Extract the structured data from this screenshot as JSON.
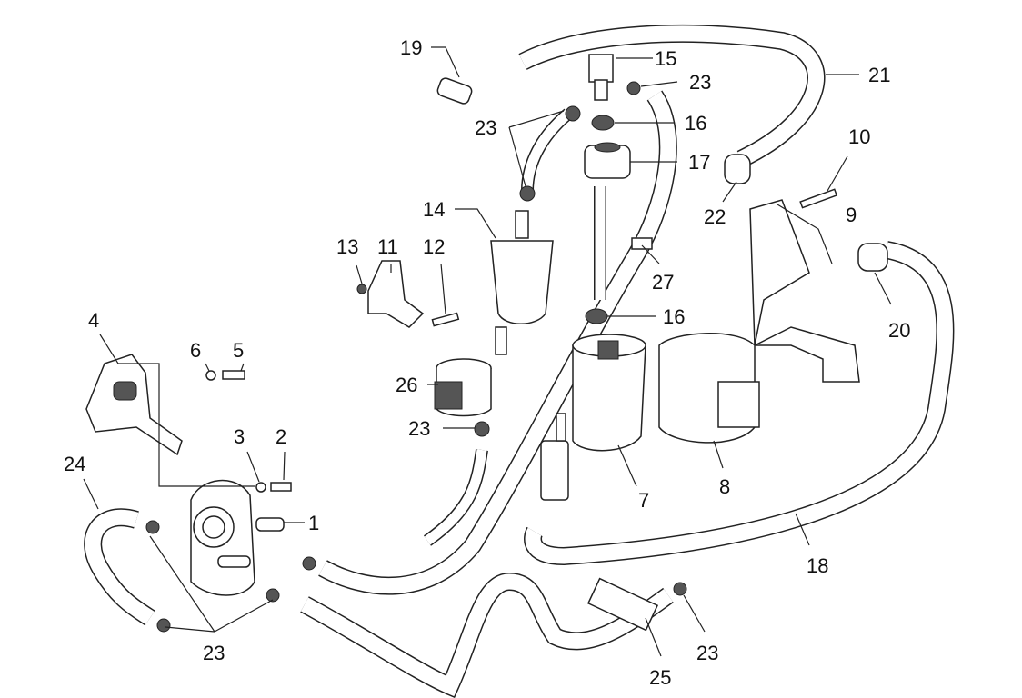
{
  "labels": [
    "19",
    "15",
    "21",
    "23",
    "23",
    "16",
    "17",
    "10",
    "9",
    "22",
    "14",
    "13",
    "11",
    "12",
    "27",
    "20",
    "16",
    "4",
    "6",
    "5",
    "26",
    "23",
    "3",
    "2",
    "24",
    "7",
    "8",
    "1",
    "18",
    "23",
    "25",
    "23"
  ],
  "colors": {
    "line": "#222222",
    "background": "#ffffff"
  }
}
